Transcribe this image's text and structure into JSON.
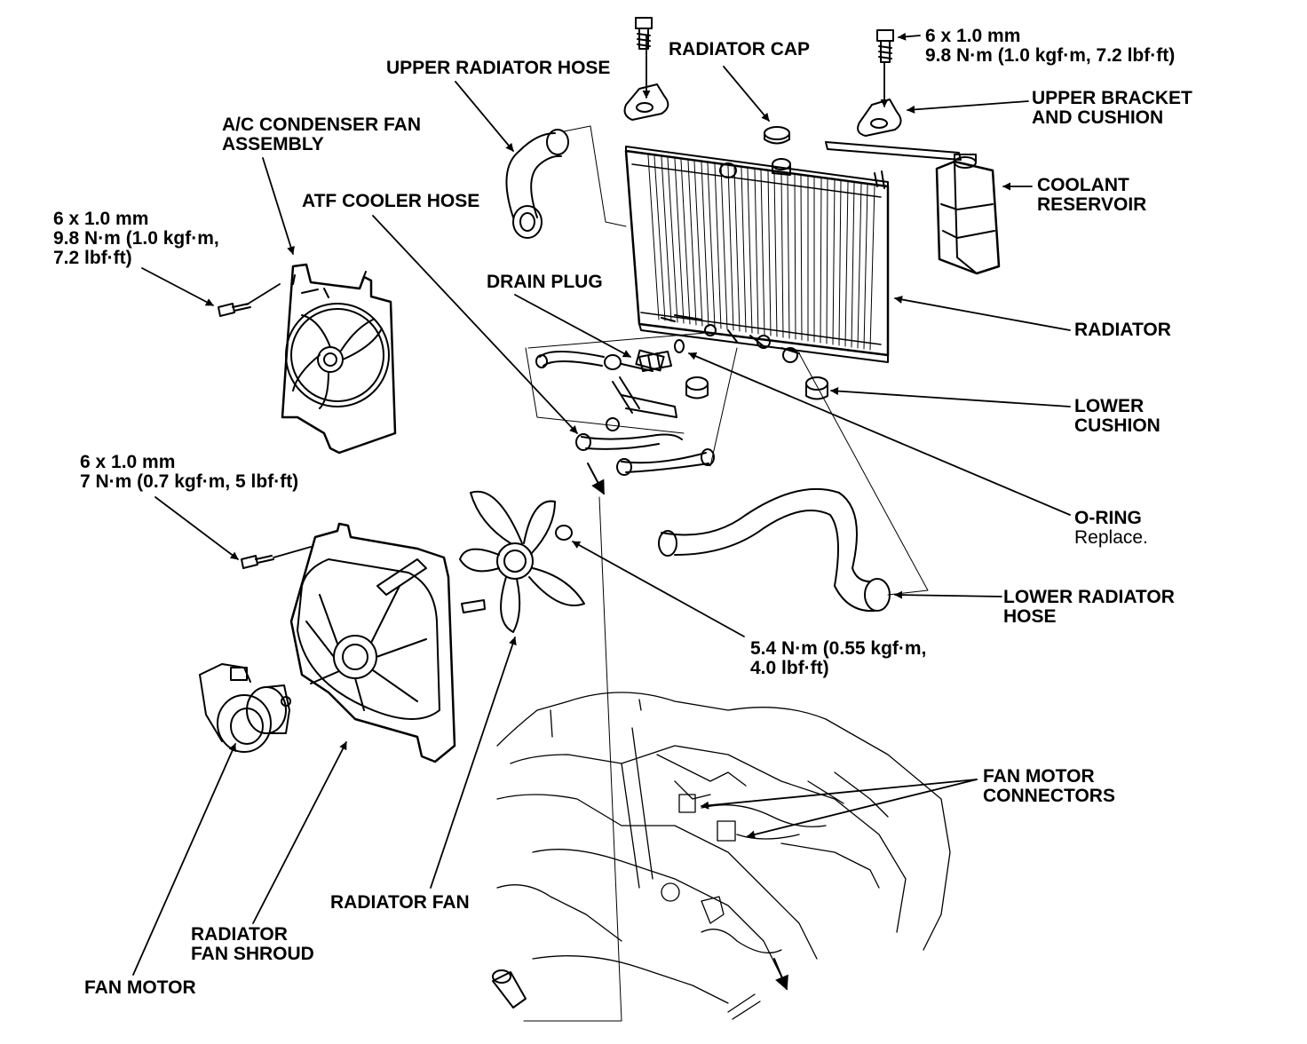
{
  "diagram": {
    "labels": {
      "upper_radiator_hose": [
        "UPPER RADIATOR HOSE"
      ],
      "radiator_cap": [
        "RADIATOR CAP"
      ],
      "upper_bolt_spec": [
        "6 x 1.0 mm",
        "9.8 N·m (1.0 kgf·m, 7.2 lbf·ft)"
      ],
      "upper_bracket": [
        "UPPER BRACKET",
        "AND CUSHION"
      ],
      "coolant_reservoir": [
        "COOLANT",
        "RESERVOIR"
      ],
      "ac_condenser_fan": [
        "A/C CONDENSER FAN",
        "ASSEMBLY"
      ],
      "atf_cooler_hose": [
        "ATF COOLER HOSE"
      ],
      "condenser_bolt_spec": [
        "6 x 1.0 mm",
        "9.8 N·m (1.0 kgf·m,",
        "7.2 lbf·ft)"
      ],
      "drain_plug": [
        "DRAIN PLUG"
      ],
      "radiator": [
        "RADIATOR"
      ],
      "lower_cushion": [
        "LOWER",
        "CUSHION"
      ],
      "shroud_bolt_spec": [
        "6 x 1.0 mm",
        "7 N·m (0.7 kgf·m, 5 lbf·ft)"
      ],
      "o_ring": [
        "O-RING",
        "Replace."
      ],
      "lower_radiator_hose": [
        "LOWER RADIATOR",
        "HOSE"
      ],
      "fan_nut_spec": [
        "5.4 N·m (0.55 kgf·m,",
        "4.0 lbf·ft)"
      ],
      "fan_motor_connectors": [
        "FAN MOTOR",
        "CONNECTORS"
      ],
      "radiator_fan": [
        "RADIATOR FAN"
      ],
      "radiator_fan_shroud": [
        "RADIATOR",
        "FAN SHROUD"
      ],
      "fan_motor": [
        "FAN MOTOR"
      ]
    },
    "colors": {
      "ink": "#000000",
      "paper": "#ffffff"
    }
  }
}
